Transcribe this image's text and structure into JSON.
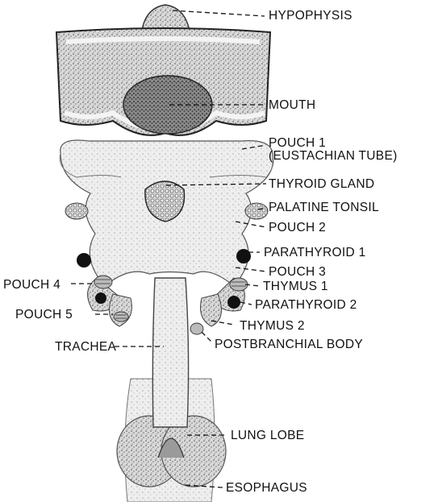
{
  "labels": {
    "hypophysis": "HYPOPHYSIS",
    "mouth": "MOUTH",
    "pouch1_line1": "POUCH 1",
    "pouch1_line2": "(EUSTACHIAN TUBE)",
    "thyroid_gland": "THYROID GLAND",
    "palatine_tonsil": "PALATINE TONSIL",
    "pouch2": "POUCH 2",
    "parathyroid1": "PARATHYROID 1",
    "pouch3": "POUCH 3",
    "thymus1": "THYMUS 1",
    "parathyroid2": "PARATHYROID 2",
    "thymus2": "THYMUS 2",
    "postbranchial_body": "POSTBRANCHIAL BODY",
    "pouch4": "POUCH 4",
    "pouch5": "POUCH 5",
    "trachea": "TRACHEA",
    "lung_lobe": "LUNG LOBE",
    "esophagus": "ESOPHAGUS"
  }
}
